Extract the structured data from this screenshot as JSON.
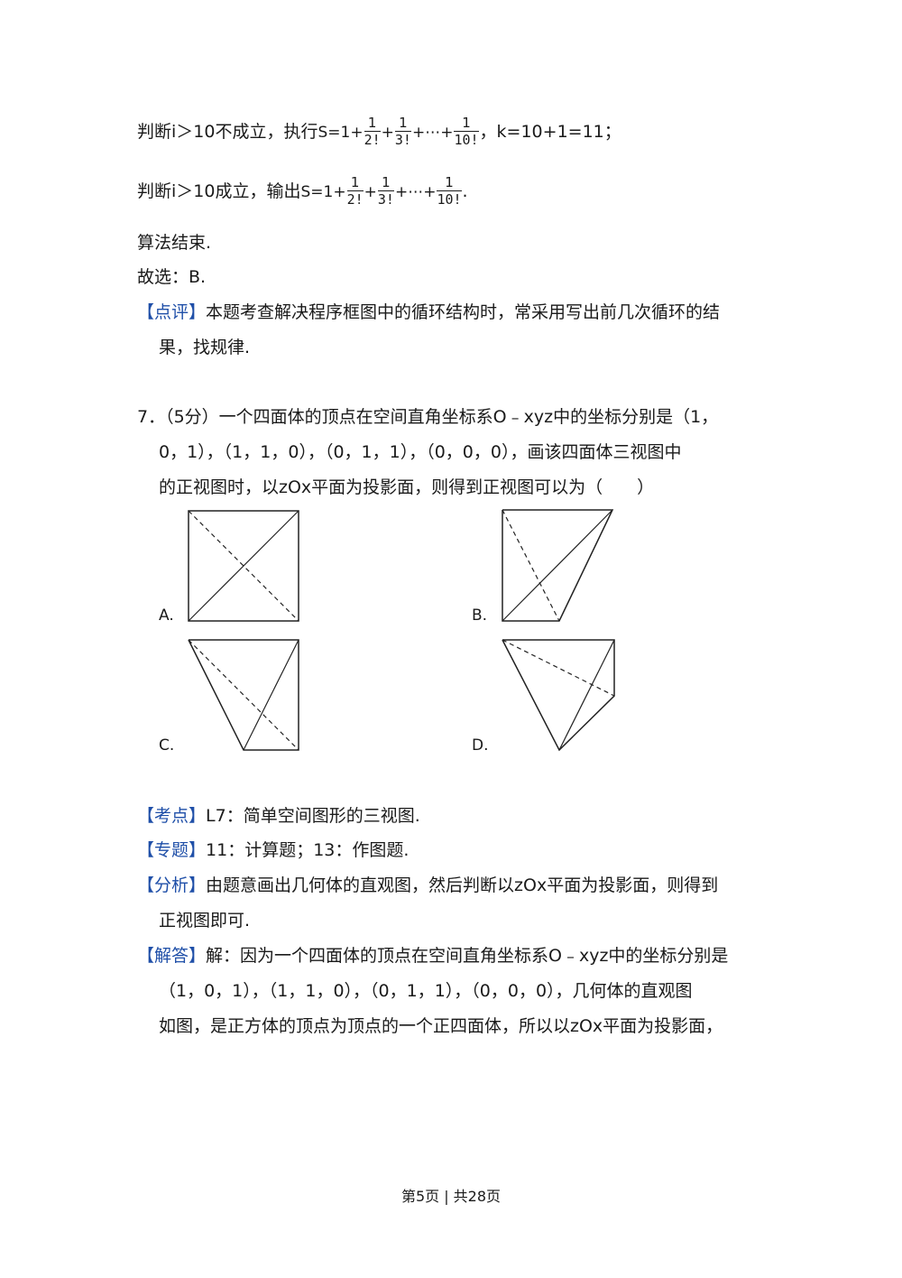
{
  "lines": {
    "l1_pre": "判断i＞10不成立，执行",
    "l1_s": "S=1+",
    "l1_post": "，k=10+1=11；",
    "l2_pre": "判断i＞10成立，输出",
    "l2_s": "S=1+",
    "l2_post": ".",
    "plus": "+",
    "dots": "+⋯+",
    "f_num": "1",
    "f_d2": "2!",
    "f_d3": "3!",
    "f_d10": "10!",
    "l3": "算法结束.",
    "l4": "故选：B."
  },
  "review": {
    "tag": "【点评】",
    "text1": "本题考查解决程序框图中的循环结构时，常采用写出前几次循环的结",
    "text2": "果，找规律."
  },
  "question": {
    "line1": "7．（5分）一个四面体的顶点在空间直角坐标系O﹣xyz中的坐标分别是（1，",
    "line2": "0，1），（1，1，0），（0，1，1），（0，0，0），画该四面体三视图中",
    "line3": "的正视图时，以zOx平面为投影面，则得到正视图可以为（　　）"
  },
  "options": {
    "a": "A.",
    "b": "B.",
    "c": "C.",
    "d": "D."
  },
  "answer": {
    "kaodian_tag": "【考点】",
    "kaodian": "L7：简单空间图形的三视图.",
    "zhuanti_tag": "【专题】",
    "zhuanti": "11：计算题；13：作图题.",
    "fenxi_tag": "【分析】",
    "fenxi1": "由题意画出几何体的直观图，然后判断以zOx平面为投影面，则得到",
    "fenxi2": "正视图即可.",
    "jieda_tag": "【解答】",
    "jieda1": "解：因为一个四面体的顶点在空间直角坐标系O﹣xyz中的坐标分别是",
    "jieda2": "（1，0，1），（1，1，0），（0，1，1），（0，0，0），几何体的直观图",
    "jieda3": "如图，是正方体的顶点为顶点的一个正四面体，所以以zOx平面为投影面，"
  },
  "footer": "第5页 | 共28页"
}
